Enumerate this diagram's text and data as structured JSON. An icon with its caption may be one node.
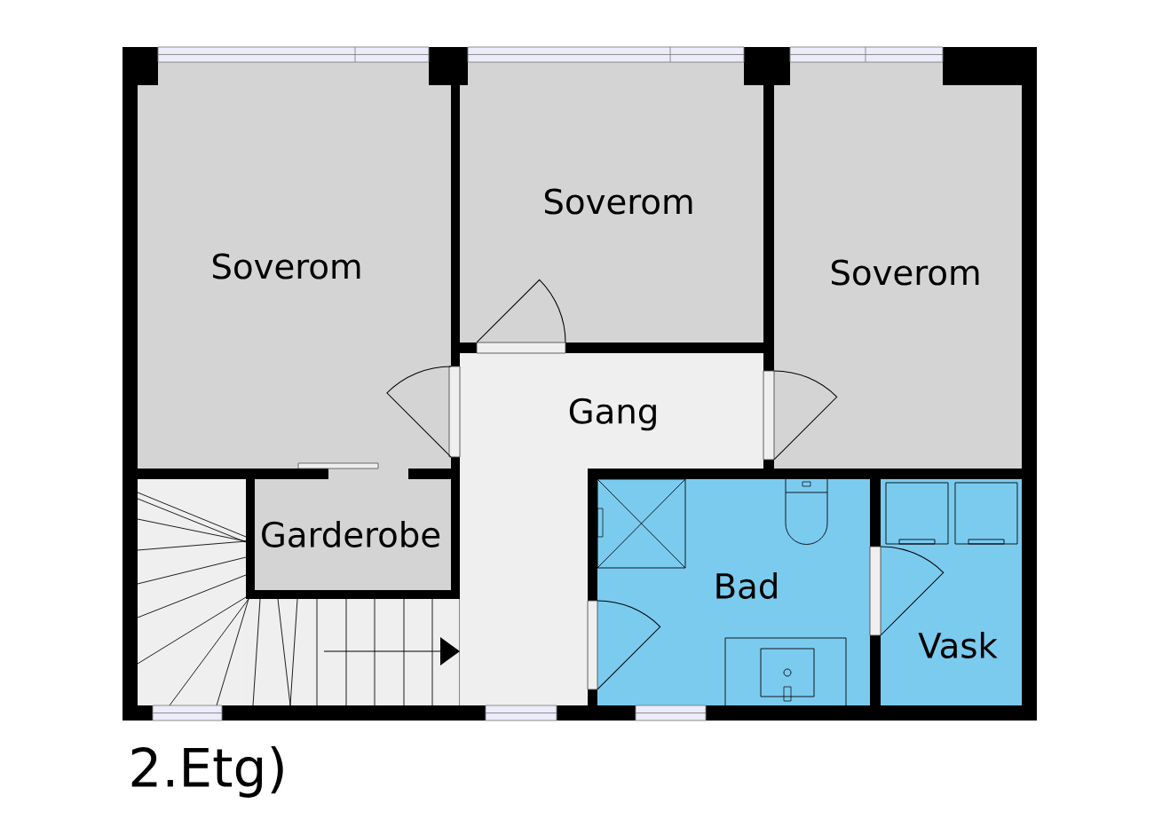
{
  "diagram": {
    "caption": "2.Etg)",
    "nodes": [
      {
        "text": [
          "Soverom"
        ]
      },
      {
        "text": [
          "Soverom"
        ]
      },
      {
        "text": [
          "Soverom"
        ]
      },
      {
        "text": [
          "Gang"
        ]
      },
      {
        "text": [
          "Garderobe"
        ]
      },
      {
        "text": [
          "Bad"
        ]
      },
      {
        "text": [
          "Vask"
        ]
      }
    ]
  }
}
